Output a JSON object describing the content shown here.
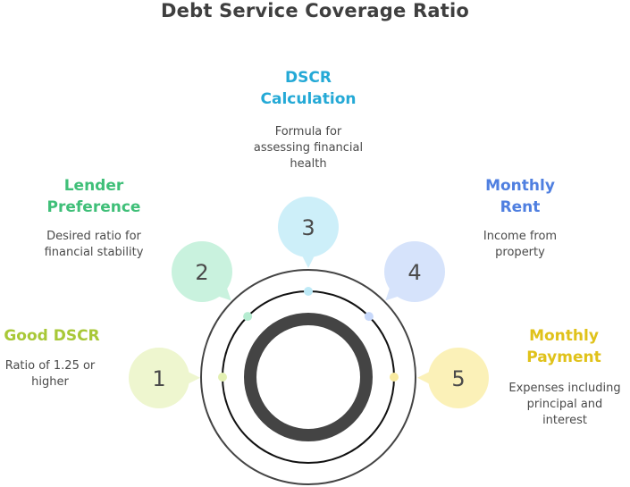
{
  "title": "Debt Service Coverage Ratio",
  "colors": {
    "ring_dark": "#444444",
    "text_dark": "#3f3f3f",
    "desc_text": "#4a4a4a"
  },
  "steps": [
    {
      "number": "1",
      "title_lines": [
        "Good DSCR"
      ],
      "desc_lines": [
        "Ratio of 1.25 or",
        "higher"
      ],
      "color": "#a8c837",
      "fill": "#eef6cf",
      "dot": "#e3f0b2"
    },
    {
      "number": "2",
      "title_lines": [
        "Lender",
        "Preference"
      ],
      "desc_lines": [
        "Desired ratio for",
        "financial stability"
      ],
      "color": "#3fbf78",
      "fill": "#c9f2de",
      "dot": "#b6ecd1"
    },
    {
      "number": "3",
      "title_lines": [
        "DSCR",
        "Calculation"
      ],
      "desc_lines": [
        "Formula for",
        "assessing financial",
        "health"
      ],
      "color": "#24a9d6",
      "fill": "#cdeff9",
      "dot": "#bde9f6"
    },
    {
      "number": "4",
      "title_lines": [
        "Monthly",
        "Rent"
      ],
      "desc_lines": [
        "Income from",
        "property"
      ],
      "color": "#4f7fe0",
      "fill": "#d6e3fb",
      "dot": "#c7d8fa"
    },
    {
      "number": "5",
      "title_lines": [
        "Monthly",
        "Payment"
      ],
      "desc_lines": [
        "Expenses including",
        "principal and",
        "interest"
      ],
      "color": "#e0c21a",
      "fill": "#fbf1b8",
      "dot": "#f8eaa0"
    }
  ]
}
